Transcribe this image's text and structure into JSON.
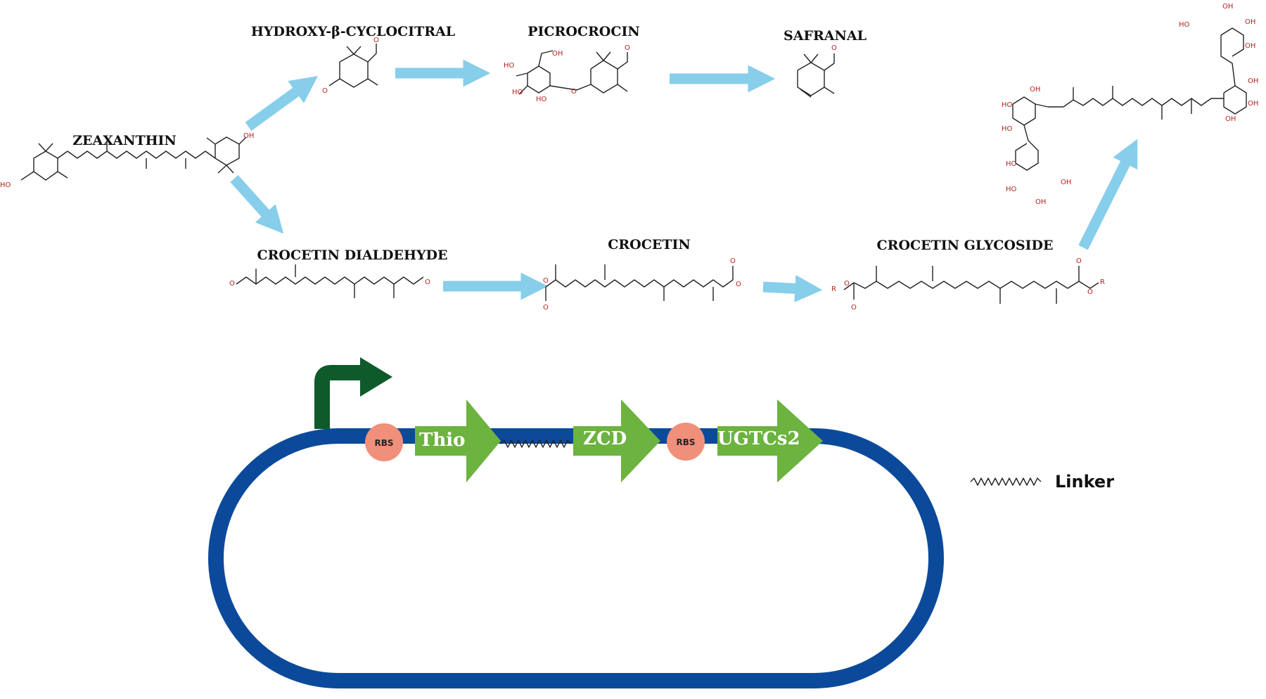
{
  "compounds": {
    "zeaxanthin": "ZEAXANTHIN",
    "hydroxy_cyclocitral": "HYDROXY-β-CYCLOCITRAL",
    "picrocrocin": "PICROCROCIN",
    "safranal": "SAFRANAL",
    "crocetin_dialdehyde": "CROCETIN DIALDEHYDE",
    "crocetin": "CROCETIN",
    "crocetin_glycoside": "CROCETIN GLYCOSIDE"
  },
  "atoms": {
    "hydroxyl": "OH",
    "ho": "HO",
    "oxygen": "O",
    "r": "R"
  },
  "construct": {
    "genes": [
      "Thio",
      "ZCD",
      "UGTCs2"
    ],
    "rbs_label": "RBS",
    "linker_legend": "Linker"
  },
  "colors": {
    "pathway_arrow": "#87ceeb",
    "plasmid_backbone": "#0b4a9b",
    "promoter": "#0f5a2a",
    "gene_arrow": "#6cb33f",
    "rbs": "#f0907a",
    "heteroatom": "#b22222"
  },
  "icons": {
    "promoter": "bent-arrow-promoter-icon",
    "rbs": "circle-rbs-icon",
    "gene": "block-arrow-gene-icon",
    "linker": "zigzag-linker-icon"
  }
}
